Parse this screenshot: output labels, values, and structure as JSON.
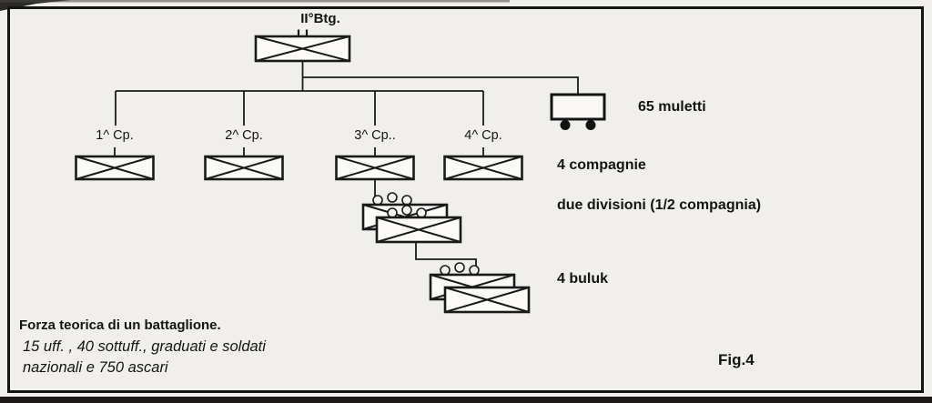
{
  "diagram": {
    "battalion": {
      "label": "II°Btg."
    },
    "companies": [
      {
        "label": "1^ Cp."
      },
      {
        "label": "2^ Cp."
      },
      {
        "label": "3^ Cp.."
      },
      {
        "label": "4^ Cp."
      }
    ],
    "annotations": {
      "mules": "65 muletti",
      "companies_note": "4 compagnie",
      "divisions_note": "due divisioni (1/2 compagnia)",
      "buluk_note": "4 buluk"
    },
    "caption": {
      "title": "Forza teorica di un battaglione.",
      "line1": "15 uff. , 40 sottuff., graduati e soldati",
      "line2": "nazionali e 750 ascari"
    },
    "figure_label": "Fig.4",
    "icons": {
      "battalion": "crossed-box-with-II-ticks",
      "company": "crossed-box",
      "half_company": "crossed-box-with-circles",
      "buluk": "crossed-box-with-circles",
      "mule_cart": "cart-with-two-wheels"
    },
    "colors": {
      "paper": "#f1efeb",
      "ink": "#1a1a1a",
      "box_fill": "#fbfaf6"
    }
  }
}
